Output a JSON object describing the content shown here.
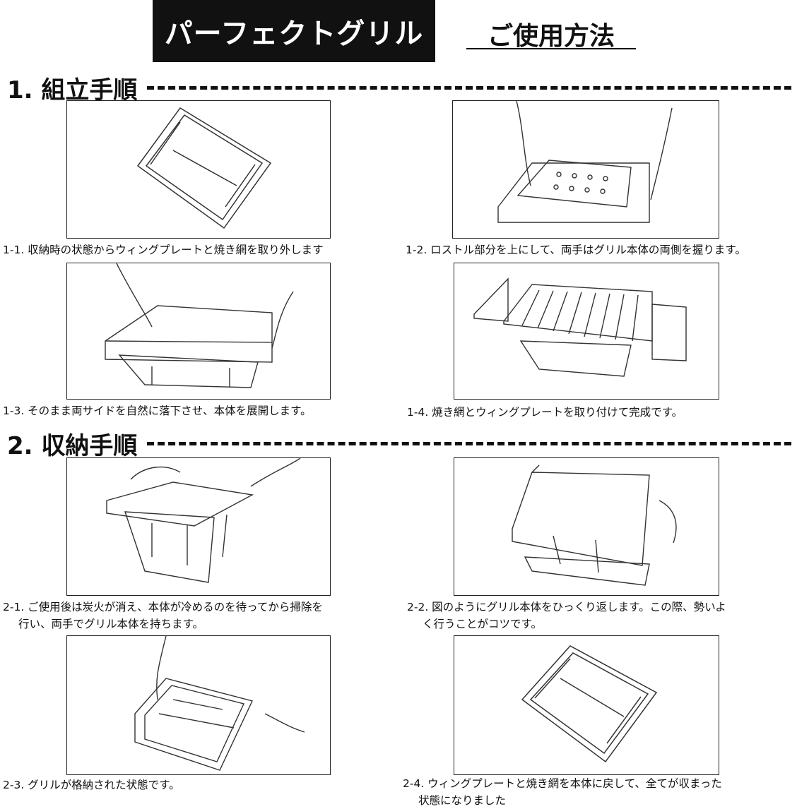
{
  "header": {
    "product_title": "パーフェクトグリル",
    "subtitle": "ご使用方法"
  },
  "sections": [
    {
      "heading": "1. 組立手順"
    },
    {
      "heading": "2. 収納手順"
    }
  ],
  "steps": {
    "s1_1": {
      "caption": "1-1. 収納時の状態からウィングプレートと焼き網を取り外します"
    },
    "s1_2": {
      "caption": "1-2. ロストル部分を上にして、両手はグリル本体の両側を握ります。"
    },
    "s1_3": {
      "caption": "1-3. そのまま両サイドを自然に落下させ、本体を展開します。"
    },
    "s1_4": {
      "caption": "1-4. 焼き網とウィングプレートを取り付けて完成です。"
    },
    "s2_1": {
      "caption_line1": "2-1. ご使用後は炭火が消え、本体が冷めるのを待ってから掃除を",
      "caption_line2": "行い、両手でグリル本体を持ちます。"
    },
    "s2_2": {
      "caption_line1": "2-2. 図のようにグリル本体をひっくり返します。この際、勢いよ",
      "caption_line2": "く行うことがコツです。"
    },
    "s2_3": {
      "caption": "2-3. グリルが格納された状態です。"
    },
    "s2_4": {
      "caption_line1": "2-4. ウィングプレートと焼き網を本体に戻して、全てが収まった",
      "caption_line2": "状態になりました"
    }
  }
}
